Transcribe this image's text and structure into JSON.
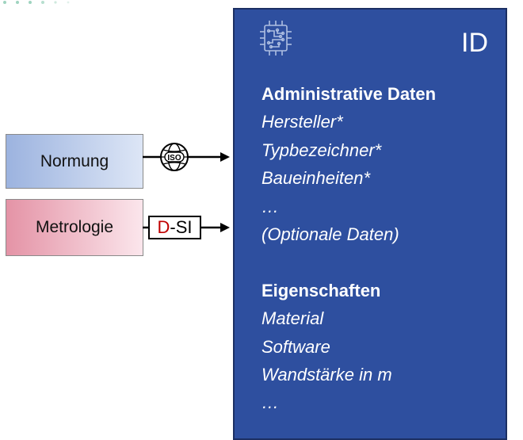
{
  "sources": {
    "normung": {
      "label": "Normung",
      "badge_icon": "iso-globe-icon"
    },
    "metrologie": {
      "label": "Metrologie",
      "badge": {
        "prefix": "D",
        "suffix": "-SI"
      }
    }
  },
  "panel": {
    "icon": "circuit-chip-icon",
    "title": "ID",
    "sections": [
      {
        "heading": "Administrative Daten",
        "items": [
          "Hersteller*",
          "Typbezeichner*",
          "Baueinheiten*",
          "…",
          "(Optionale Daten)"
        ]
      },
      {
        "heading": "Eigenschaften",
        "items": [
          "Material",
          "Software",
          "Wandstärke in m",
          "…"
        ]
      }
    ]
  },
  "colors": {
    "panel_bg": "#2e4f9f",
    "normung_gradient": [
      "#9cb3df",
      "#dde6f6"
    ],
    "metrologie_gradient": [
      "#e493a6",
      "#fbe6ec"
    ],
    "dsi_accent": "#c00000"
  }
}
